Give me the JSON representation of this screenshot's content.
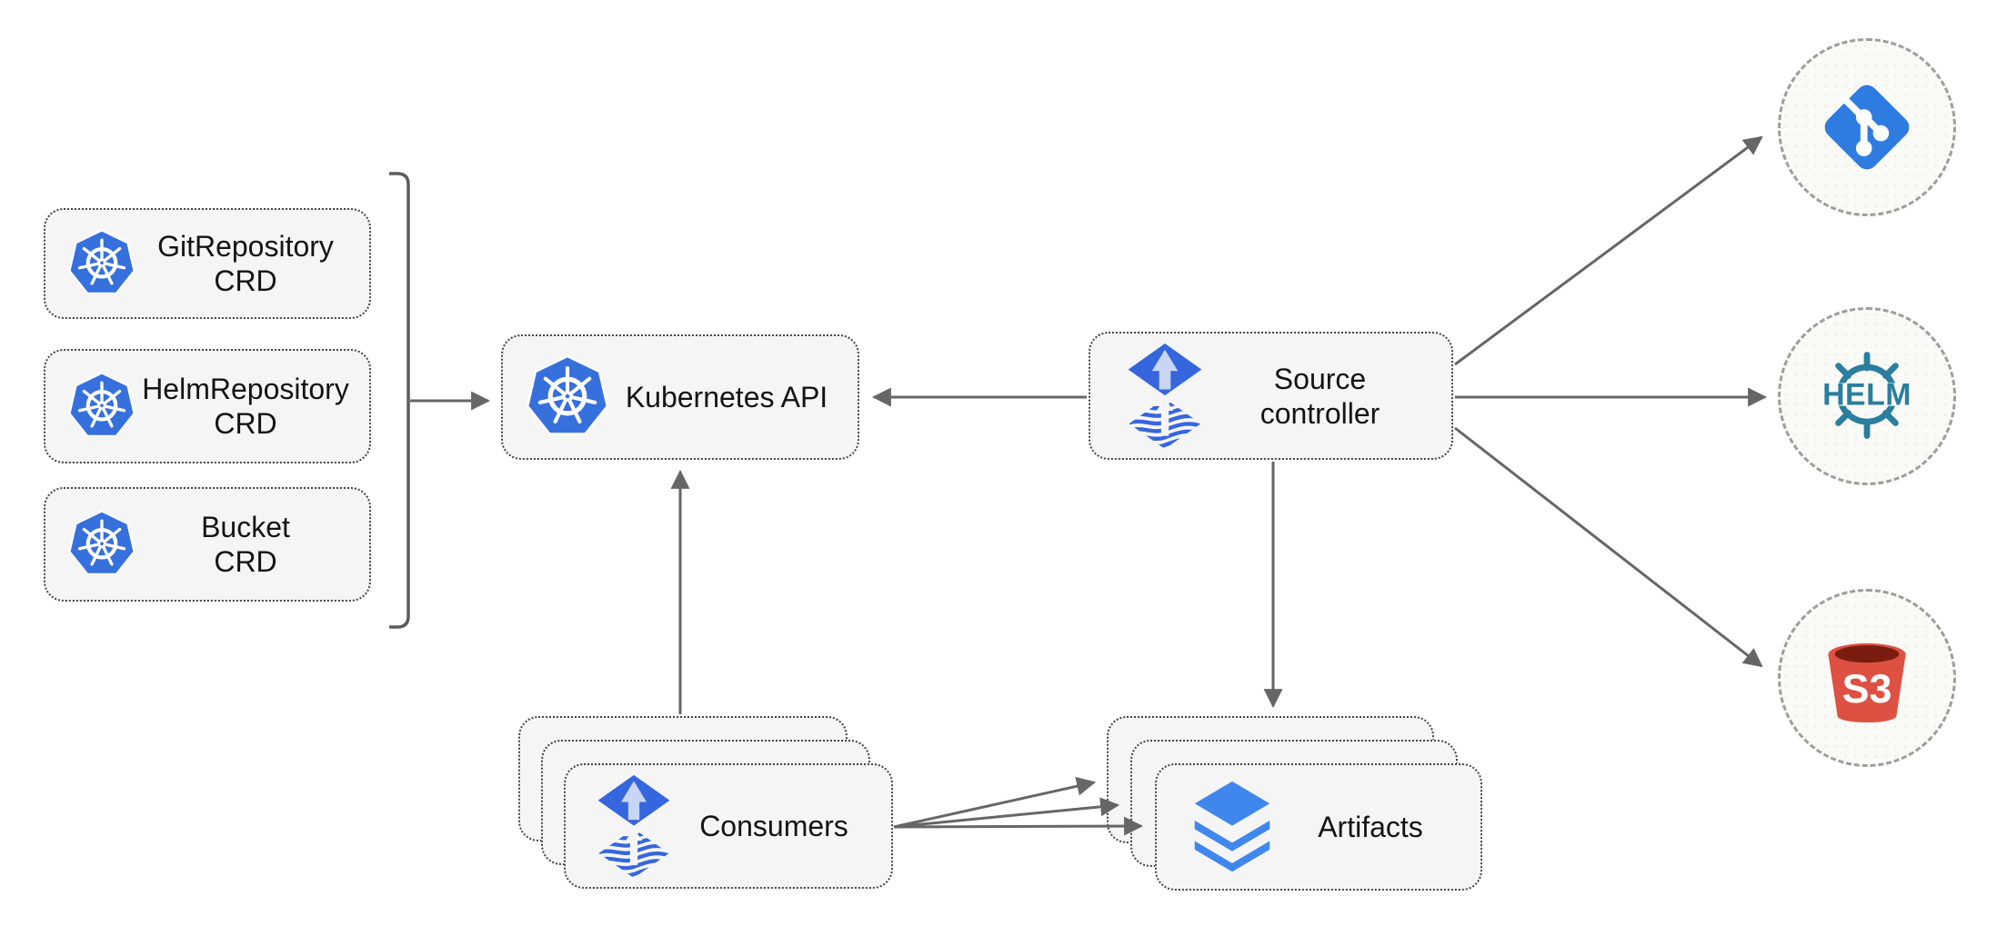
{
  "nodes": {
    "git_repository_crd": {
      "line1": "GitRepository",
      "line2": "CRD",
      "icon": "kubernetes-icon"
    },
    "helm_repository_crd": {
      "line1": "HelmRepository",
      "line2": "CRD",
      "icon": "kubernetes-icon"
    },
    "bucket_crd": {
      "line1": "Bucket",
      "line2": "CRD",
      "icon": "kubernetes-icon"
    },
    "kubernetes_api": {
      "label": "Kubernetes API",
      "icon": "kubernetes-icon"
    },
    "source_controller": {
      "line1": "Source",
      "line2": "controller",
      "icon": "flux-icon"
    },
    "consumers": {
      "label": "Consumers",
      "icon": "flux-icon",
      "stack_count": 3
    },
    "artifacts": {
      "label": "Artifacts",
      "icon": "layers-icon",
      "stack_count": 3
    },
    "git_source": {
      "icon": "git-icon"
    },
    "helm_source": {
      "icon": "helm-icon",
      "label": "HELM"
    },
    "s3_source": {
      "icon": "s3-bucket-icon",
      "label": "S3"
    }
  },
  "edges": [
    {
      "from": "crd-group",
      "to": "kubernetes_api"
    },
    {
      "from": "source_controller",
      "to": "kubernetes_api"
    },
    {
      "from": "consumers",
      "to": "kubernetes_api"
    },
    {
      "from": "source_controller",
      "to": "artifacts"
    },
    {
      "from": "source_controller",
      "to": "git_source"
    },
    {
      "from": "source_controller",
      "to": "helm_source"
    },
    {
      "from": "source_controller",
      "to": "s3_source"
    },
    {
      "from": "consumers",
      "to": "artifacts",
      "arrow_count": 3
    }
  ],
  "colors": {
    "kubernetes_blue": "#3670DD",
    "flux_blue": "#3566DE",
    "flux_arrow_light": "#C9D6F3",
    "layers_blue": "#3F87EC",
    "git_blue": "#2E7CE0",
    "helm_teal": "#2A7E9E",
    "s3_red": "#DE5142",
    "s3_dark_red": "#7A1D10",
    "node_fill": "#F5F5F5",
    "node_border": "#474747",
    "endpoint_fill": "#FAFAF6",
    "endpoint_border": "#9E9E9E",
    "arrow_gray": "#666666"
  }
}
